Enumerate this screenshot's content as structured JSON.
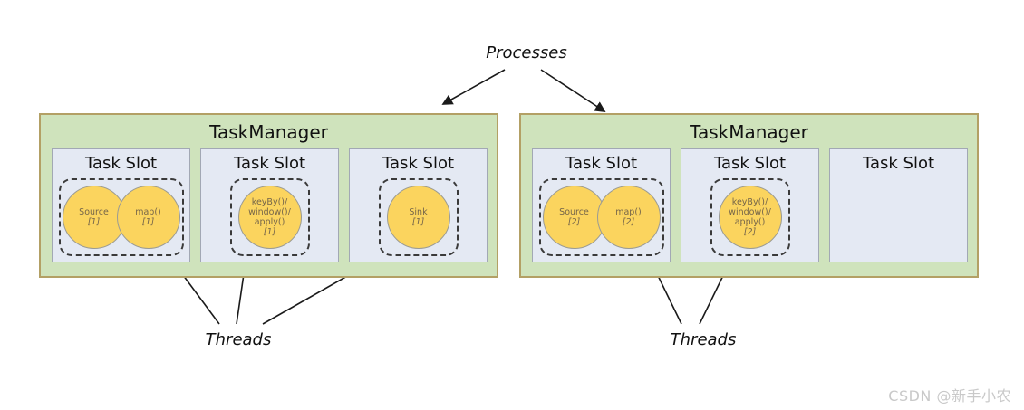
{
  "labels": {
    "processes": "Processes",
    "threads_left": "Threads",
    "threads_right": "Threads"
  },
  "watermark": "CSDN @新手小农",
  "colors": {
    "taskmanager_fill": "#cfe3bc",
    "taskmanager_border": "#b3a065",
    "slot_fill": "#e4e9f3",
    "slot_border": "#a2a8b4",
    "task_circle_fill": "#fbd45e",
    "task_text": "#756549",
    "arrow": "#1a1a1a"
  },
  "task_managers": [
    {
      "title": "TaskManager",
      "slots": [
        {
          "title": "Task Slot",
          "tasks": [
            {
              "name": "Source",
              "instance": "[1]"
            },
            {
              "name": "map()",
              "instance": "[1]"
            }
          ]
        },
        {
          "title": "Task Slot",
          "tasks": [
            {
              "name": "keyBy()/\nwindow()/\napply()",
              "instance": "[1]"
            }
          ]
        },
        {
          "title": "Task Slot",
          "tasks": [
            {
              "name": "Sink",
              "instance": "[1]"
            }
          ]
        }
      ]
    },
    {
      "title": "TaskManager",
      "slots": [
        {
          "title": "Task Slot",
          "tasks": [
            {
              "name": "Source",
              "instance": "[2]"
            },
            {
              "name": "map()",
              "instance": "[2]"
            }
          ]
        },
        {
          "title": "Task Slot",
          "tasks": [
            {
              "name": "keyBy()/\nwindow()/\napply()",
              "instance": "[2]"
            }
          ]
        },
        {
          "title": "Task Slot",
          "tasks": []
        }
      ]
    }
  ]
}
